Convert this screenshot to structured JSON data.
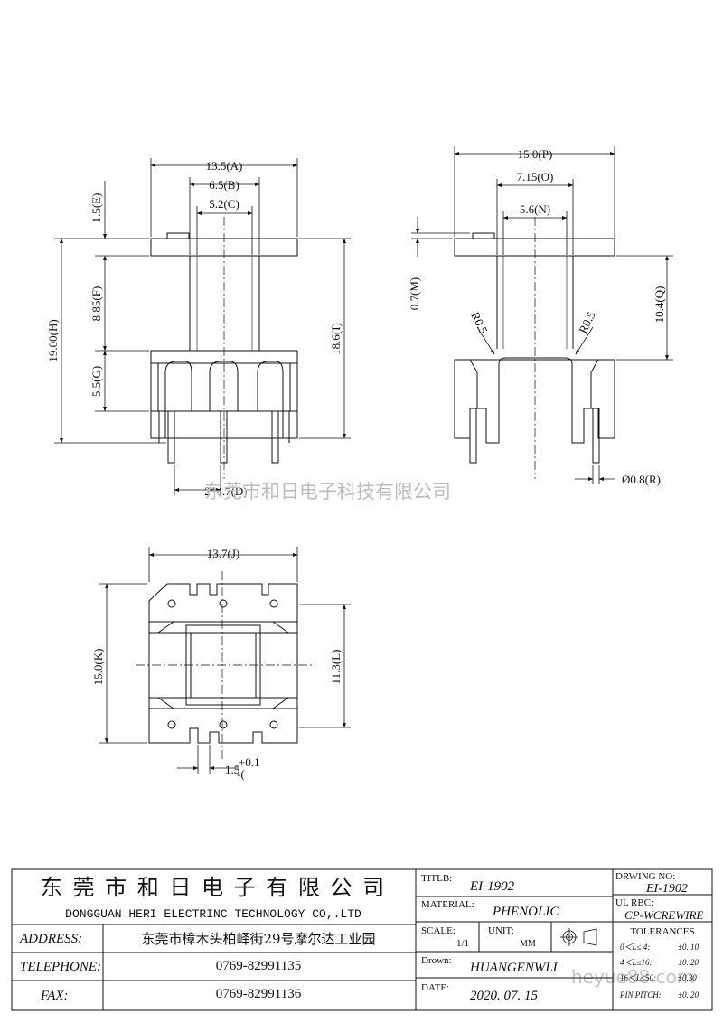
{
  "views": {
    "front": {
      "dims": {
        "a": "13.5(A)",
        "b": "6.5(B)",
        "c": "5.2(C)",
        "e": "1.5(E)",
        "f": "8.85(F)",
        "g": "5.5(G)",
        "h": "19.00(H)",
        "i": "18.6(I)",
        "d": "2*4.7(D)"
      }
    },
    "side": {
      "dims": {
        "p": "15.0(P)",
        "o": "7.15(O)",
        "n": "5.6(N)",
        "m": "0.7(M)",
        "q": "10.4(Q)",
        "r_left": "R0.5",
        "r_right": "R0.5",
        "r_pin": "Ø0.8(R)"
      }
    },
    "bottom": {
      "dims": {
        "j": "13.7(J)",
        "k": "15.0(K)",
        "l": "11.3(L)",
        "slot": "1.5",
        "tol_plus": "+0.1",
        "tol_minus": "-("
      }
    }
  },
  "watermarks": {
    "company_cn": "东莞市和日电子科技有限公司",
    "site": "heyue88.com"
  },
  "title_block": {
    "company_cn": "东 莞 市 和 日 电 子 有 限 公 司",
    "company_en": "DONGGUAN HERI ELECTRINC TECHNOLOGY CO,.LTD",
    "address_label": "ADDRESS:",
    "address_value": "东莞市樟木头柏峄街29号摩尔达工业园",
    "telephone_label": "TELEPHONE:",
    "telephone_value": "0769-82991135",
    "fax_label": "FAX:",
    "fax_value": "0769-82991136",
    "title_label": "TITLB:",
    "title_value": "EI-1902",
    "material_label": "MATERIAL:",
    "material_value": "PHENOLIC",
    "scale_label": "SCALE:",
    "scale_value": "1/1",
    "unit_label": "UNIT:",
    "unit_value": "MM",
    "drawn_label": "Drown:",
    "drawn_value": "HUANGENWLI",
    "date_label": "DATE:",
    "date_value": "2020. 07. 15",
    "drawing_no_label": "DRWING NO:",
    "drawing_no_value": "EI-1902",
    "ul_label": "UL RBC:",
    "ul_value": "CP-WCREWIRE",
    "tolerances_title": "TOLERANCES",
    "tolerances": [
      {
        "range": "0＜L≤ 4:",
        "value": "±0. 10"
      },
      {
        "range": "4＜L≤16:",
        "value": "±0. 20"
      },
      {
        "range": "16＜L≤50:",
        "value": "±0.30"
      },
      {
        "range": "PIN PITCH:",
        "value": "±0. 20"
      }
    ]
  }
}
